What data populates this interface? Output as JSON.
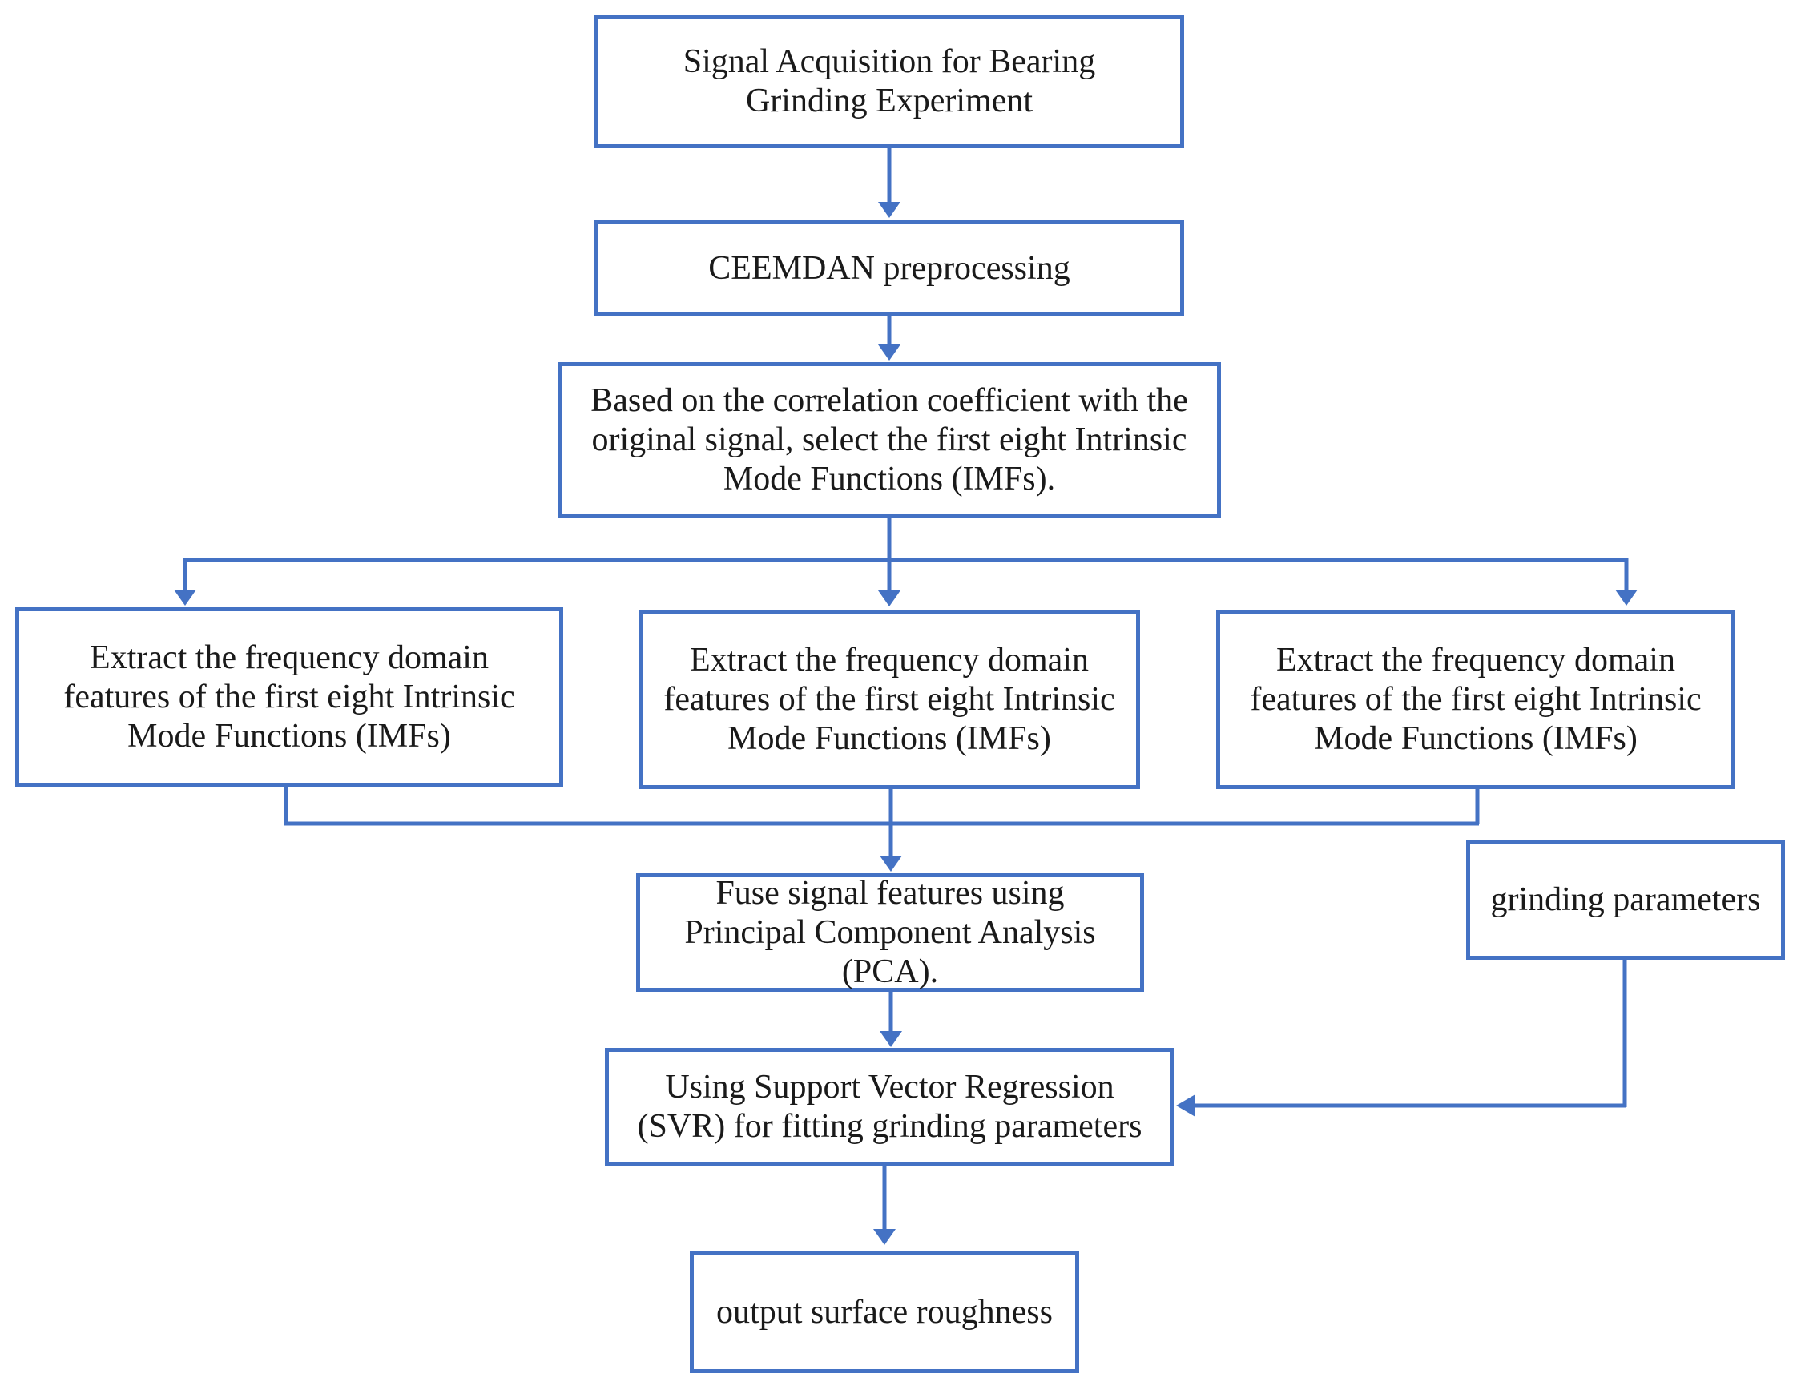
{
  "diagram": {
    "colors": {
      "stroke": "#4472C4",
      "text": "#1a1a1a",
      "background": "#ffffff"
    },
    "nodes": {
      "signal_acquisition": "Signal Acquisition for Bearing Grinding Experiment",
      "ceemdan": "CEEMDAN preprocessing",
      "select_imfs": "Based on the correlation coefficient with the original signal, select the first eight Intrinsic Mode Functions (IMFs).",
      "extract_left": "Extract the frequency domain features of the first eight Intrinsic Mode Functions (IMFs)",
      "extract_middle": "Extract the frequency domain features of the first eight Intrinsic Mode Functions (IMFs)",
      "extract_right": "Extract the frequency domain features of the first eight Intrinsic Mode Functions (IMFs)",
      "pca_fusion": "Fuse signal features using Principal Component Analysis (PCA).",
      "grinding_parameters": "grinding parameters",
      "svr": "Using Support Vector Regression (SVR) for fitting grinding parameters",
      "output": "output surface roughness"
    }
  }
}
